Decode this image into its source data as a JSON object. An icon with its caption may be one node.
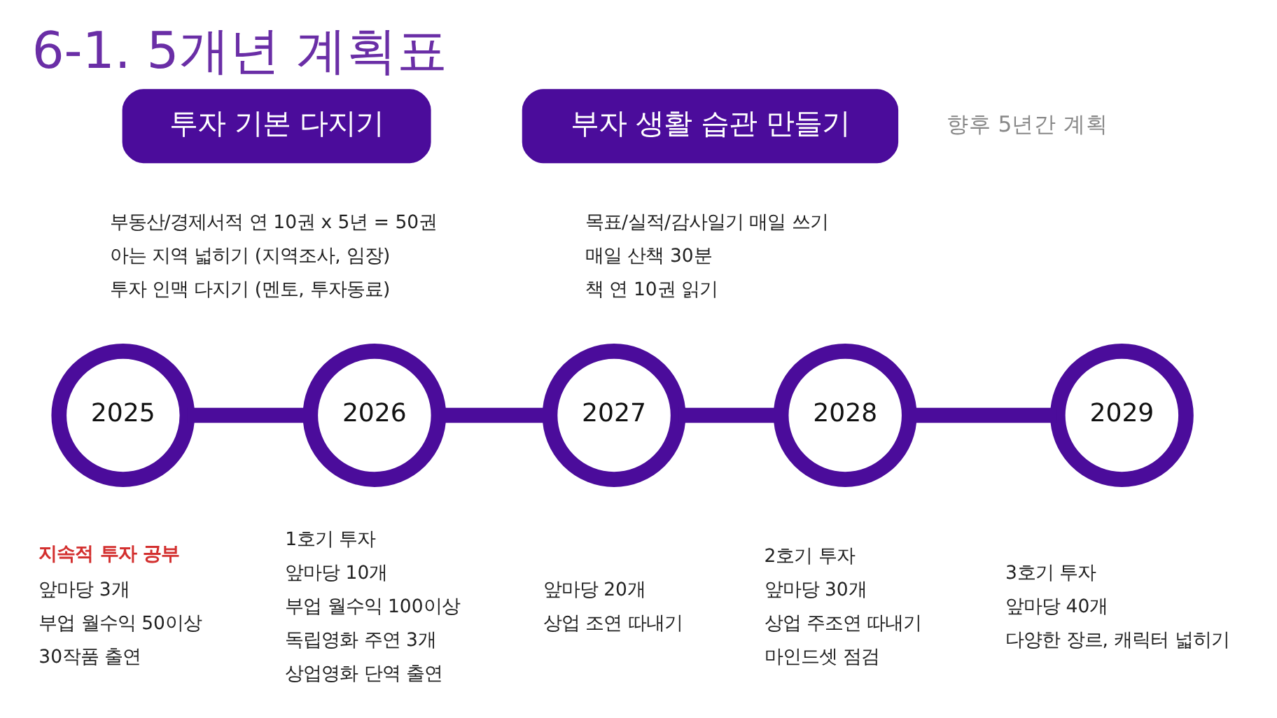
{
  "diagram": {
    "title": "6-1. 5개년 계획표",
    "nodes": [
      {
        "text": [
          "투자 기본 다지기"
        ],
        "beside": [
          "부동산/경제서적 연 10권 x 5년 = 50권",
          "아는 지역 넓히기 (지역조사, 임장)",
          "투자 인맥 다지기 (멘토, 투자동료)"
        ]
      },
      {
        "text": [
          "부자 생활 습관 만들기"
        ],
        "beside": [
          "목표/실적/감사일기 매일 쓰기",
          "매일 산책 30분",
          "책 연 10권 읽기"
        ]
      },
      {
        "text": [
          "2025"
        ],
        "beside": [
          "지속적 투자 공부",
          "앞마당 3개",
          "부업 월수익 50이상",
          "30작품 출연"
        ]
      },
      {
        "text": [
          "2026"
        ],
        "beside": [
          "1호기 투자",
          "앞마당 10개",
          "부업 월수익 100이상",
          "독립영화 주연 3개",
          "상업영화 단역 출연"
        ]
      },
      {
        "text": [
          "2027"
        ],
        "beside": [
          "앞마당 20개",
          "상업 조연 따내기"
        ]
      },
      {
        "text": [
          "2028"
        ],
        "beside": [
          "2호기 투자",
          "앞마당 30개",
          "상업 주조연 따내기",
          "마인드셋 점검"
        ]
      },
      {
        "text": [
          "2029"
        ],
        "beside": [
          "3호기 투자",
          "앞마당 40개",
          "다양한 장르, 캐릭터 넓히기"
        ]
      }
    ],
    "edges": [
      {
        "from": 2,
        "to": 3,
        "arrow": "none"
      },
      {
        "from": 3,
        "to": 4,
        "arrow": "none"
      },
      {
        "from": 4,
        "to": 5,
        "arrow": "none"
      },
      {
        "from": 5,
        "to": 6,
        "arrow": "none"
      }
    ],
    "labels": [
      "향후 5년간 계획"
    ]
  }
}
